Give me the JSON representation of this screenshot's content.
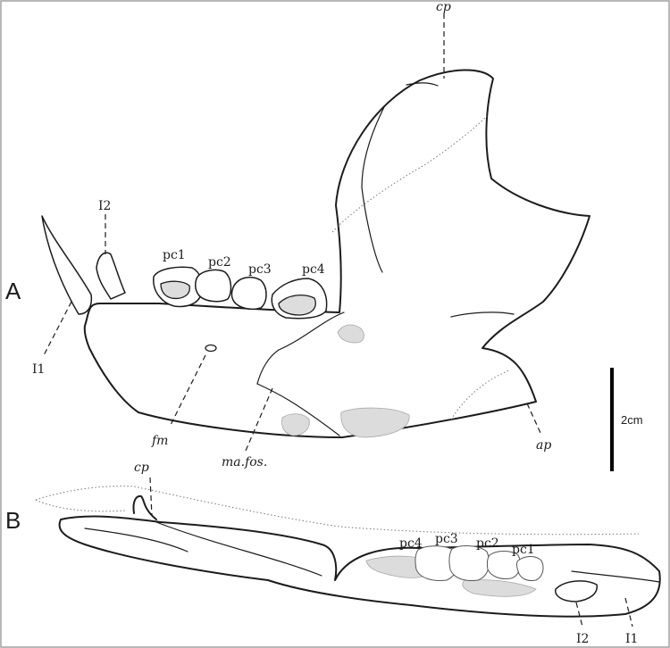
{
  "panels": {
    "a": {
      "label": "A"
    },
    "b": {
      "label": "B"
    }
  },
  "labels_a": {
    "cp": "cp",
    "i2": "I2",
    "i1": "I1",
    "pc1": "pc1",
    "pc2": "pc2",
    "pc3": "pc3",
    "pc4": "pc4",
    "fm": "fm",
    "mafos": "ma.fos.",
    "ap": "ap"
  },
  "labels_b": {
    "cp": "cp",
    "pc4": "pc4",
    "pc3": "pc3",
    "pc2": "pc2",
    "pc1": "pc1",
    "i2": "I2",
    "i1": "I1"
  },
  "scale_bar": {
    "label": "2cm"
  }
}
